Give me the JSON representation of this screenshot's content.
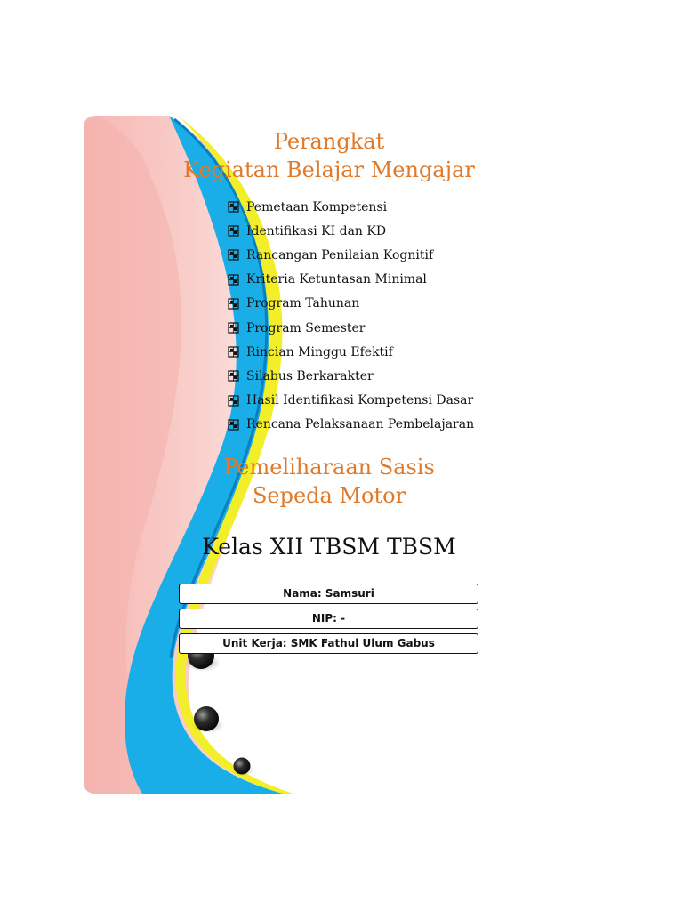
{
  "heading": {
    "line1": "Perangkat",
    "line2": "Kegiatan Belajar Mengajar"
  },
  "contents": [
    "Pemetaan Kompetensi",
    "Identifikasi KI dan KD",
    "Rancangan Penilaian Kognitif",
    "Kriteria Ketuntasan Minimal",
    "Program Tahunan",
    "Program Semester",
    "Rincian Minggu Efektif",
    "Silabus Berkarakter",
    "Hasil Identifikasi Kompetensi Dasar",
    "Rencana Pelaksanaan Pembelajaran"
  ],
  "subject": {
    "line1": "Pemeliharaan Sasis",
    "line2": "Sepeda Motor"
  },
  "grade": "Kelas XII TBSM TBSM",
  "info": {
    "name": "Nama: Samsuri",
    "nip": "NIP: -",
    "unit": "Unit Kerja: SMK Fathul Ulum Gabus"
  },
  "colors": {
    "accent": "#e07a2a",
    "pink": "#f7bdb9",
    "blue": "#1aaee8",
    "yellow": "#f2ee2a"
  },
  "icons": {
    "bullet": "bullet-icon",
    "decorative": "bead-icon"
  }
}
